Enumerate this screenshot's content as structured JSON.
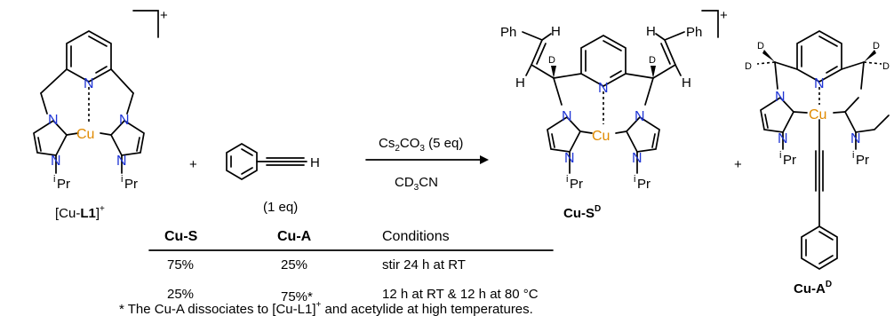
{
  "compounds": {
    "start": {
      "label": "[Cu-",
      "label_bold": "L1",
      "label_end": "]",
      "charge": "+",
      "n": "N",
      "cu": "Cu",
      "ipr": "Pr",
      "i": "i"
    },
    "alkyne": {
      "h": "H",
      "eq": "(1 eq)"
    },
    "product_s": {
      "label": "Cu-S",
      "sup": "D",
      "ph": "Ph",
      "h": "H",
      "d": "D",
      "charge": "+"
    },
    "product_a": {
      "label": "Cu-A",
      "sup": "D",
      "d": "D"
    }
  },
  "reaction": {
    "reagent_top": "Cs",
    "reagent_top_sub": "2",
    "reagent_top_mid": "CO",
    "reagent_top_sub2": "3",
    "reagent_top_end": " (5 eq)",
    "reagent_bottom": "CD",
    "reagent_bottom_sub": "3",
    "reagent_bottom_end": "CN",
    "plus": "+"
  },
  "table": {
    "headers": [
      "Cu-S",
      "Cu-A",
      "Conditions"
    ],
    "rows": [
      [
        "75%",
        "25%",
        "stir 24 h at RT"
      ],
      [
        "25%",
        "75%*",
        "12 h at RT & 12 h at 80 °C"
      ]
    ],
    "footnote": "* The Cu-A dissociates to [Cu-L1]",
    "footnote_sup": "+",
    "footnote_end": " and acetylide at high temperatures."
  }
}
